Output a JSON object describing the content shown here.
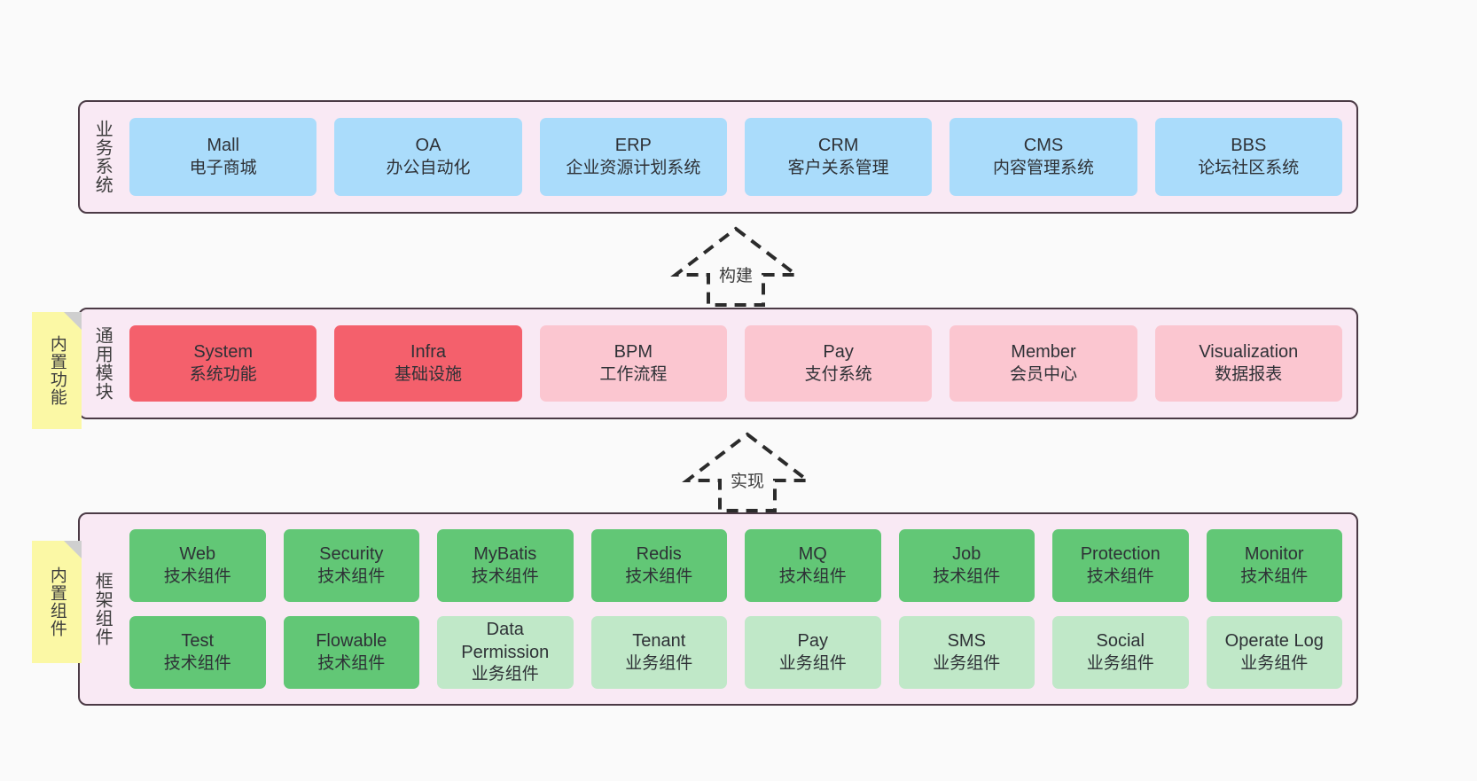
{
  "diagram": {
    "layers": [
      {
        "title": "业务系统",
        "id": "business-systems",
        "cards": [
          {
            "en": "Mall",
            "cn": "电子商城",
            "color": "#aadcfb"
          },
          {
            "en": "OA",
            "cn": "办公自动化",
            "color": "#aadcfb"
          },
          {
            "en": "ERP",
            "cn": "企业资源计划系统",
            "color": "#aadcfb"
          },
          {
            "en": "CRM",
            "cn": "客户关系管理",
            "color": "#aadcfb"
          },
          {
            "en": "CMS",
            "cn": "内容管理系统",
            "color": "#aadcfb"
          },
          {
            "en": "BBS",
            "cn": "论坛社区系统",
            "color": "#aadcfb"
          }
        ]
      },
      {
        "title": "通用模块",
        "id": "common-modules",
        "cards": [
          {
            "en": "System",
            "cn": "系统功能",
            "color": "#f4606c"
          },
          {
            "en": "Infra",
            "cn": "基础设施",
            "color": "#f4606c"
          },
          {
            "en": "BPM",
            "cn": "工作流程",
            "color": "#fbc6d0"
          },
          {
            "en": "Pay",
            "cn": "支付系统",
            "color": "#fbc6d0"
          },
          {
            "en": "Member",
            "cn": "会员中心",
            "color": "#fbc6d0"
          },
          {
            "en": "Visualization",
            "cn": "数据报表",
            "color": "#fbc6d0"
          }
        ]
      },
      {
        "title": "框架组件",
        "id": "framework-components",
        "rows": [
          [
            {
              "en": "Web",
              "cn": "技术组件",
              "color": "#62c776"
            },
            {
              "en": "Security",
              "cn": "技术组件",
              "color": "#62c776"
            },
            {
              "en": "MyBatis",
              "cn": "技术组件",
              "color": "#62c776"
            },
            {
              "en": "Redis",
              "cn": "技术组件",
              "color": "#62c776"
            },
            {
              "en": "MQ",
              "cn": "技术组件",
              "color": "#62c776"
            },
            {
              "en": "Job",
              "cn": "技术组件",
              "color": "#62c776"
            },
            {
              "en": "Protection",
              "cn": "技术组件",
              "color": "#62c776"
            },
            {
              "en": "Monitor",
              "cn": "技术组件",
              "color": "#62c776"
            }
          ],
          [
            {
              "en": "Test",
              "cn": "技术组件",
              "color": "#62c776"
            },
            {
              "en": "Flowable",
              "cn": "技术组件",
              "color": "#62c776"
            },
            {
              "en": "Data Permission",
              "cn": "业务组件",
              "color": "#c0e8c8"
            },
            {
              "en": "Tenant",
              "cn": "业务组件",
              "color": "#c0e8c8"
            },
            {
              "en": "Pay",
              "cn": "业务组件",
              "color": "#c0e8c8"
            },
            {
              "en": "SMS",
              "cn": "业务组件",
              "color": "#c0e8c8"
            },
            {
              "en": "Social",
              "cn": "业务组件",
              "color": "#c0e8c8"
            },
            {
              "en": "Operate Log",
              "cn": "业务组件",
              "color": "#c0e8c8"
            }
          ]
        ]
      }
    ],
    "arrows": [
      {
        "label": "构建",
        "id": "build-arrow"
      },
      {
        "label": "实现",
        "id": "implement-arrow"
      }
    ],
    "notes": [
      {
        "text": "内置功能",
        "id": "builtin-features-note"
      },
      {
        "text": "内置组件",
        "id": "builtin-components-note"
      }
    ],
    "colors": {
      "panel_bg": "#f9e9f4",
      "panel_border": "#4b3a45",
      "note_bg": "#fbf8a5",
      "blue": "#aadcfb",
      "red": "#f4606c",
      "pink": "#fbc6d0",
      "green": "#62c776",
      "green_light": "#c0e8c8",
      "background": "#fafafa"
    }
  }
}
